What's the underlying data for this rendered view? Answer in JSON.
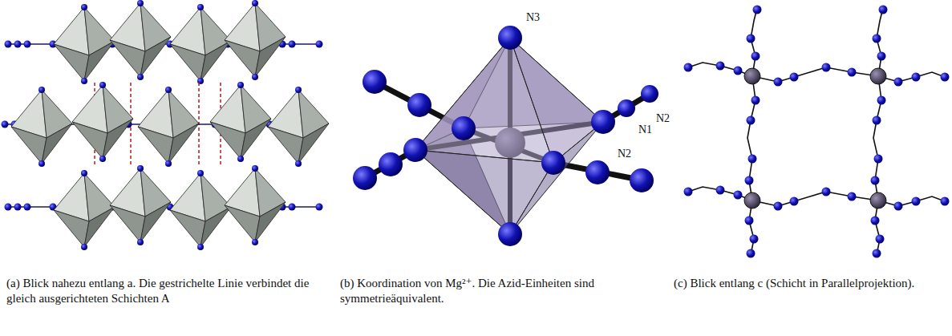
{
  "diagram": {
    "labels": [
      "N3",
      "N2",
      "N1",
      "N2",
      "(a) Blick nahezu entlang a. Die gestrichelte Linie verbindet die gleich ausgerichteten Schichten A",
      "(b) Koordination von Mg²⁺. Die Azid-Einheiten sind symmetrieäquivalent.",
      "(c) Blick entlang c (Schicht in Parallelprojektion)."
    ]
  }
}
